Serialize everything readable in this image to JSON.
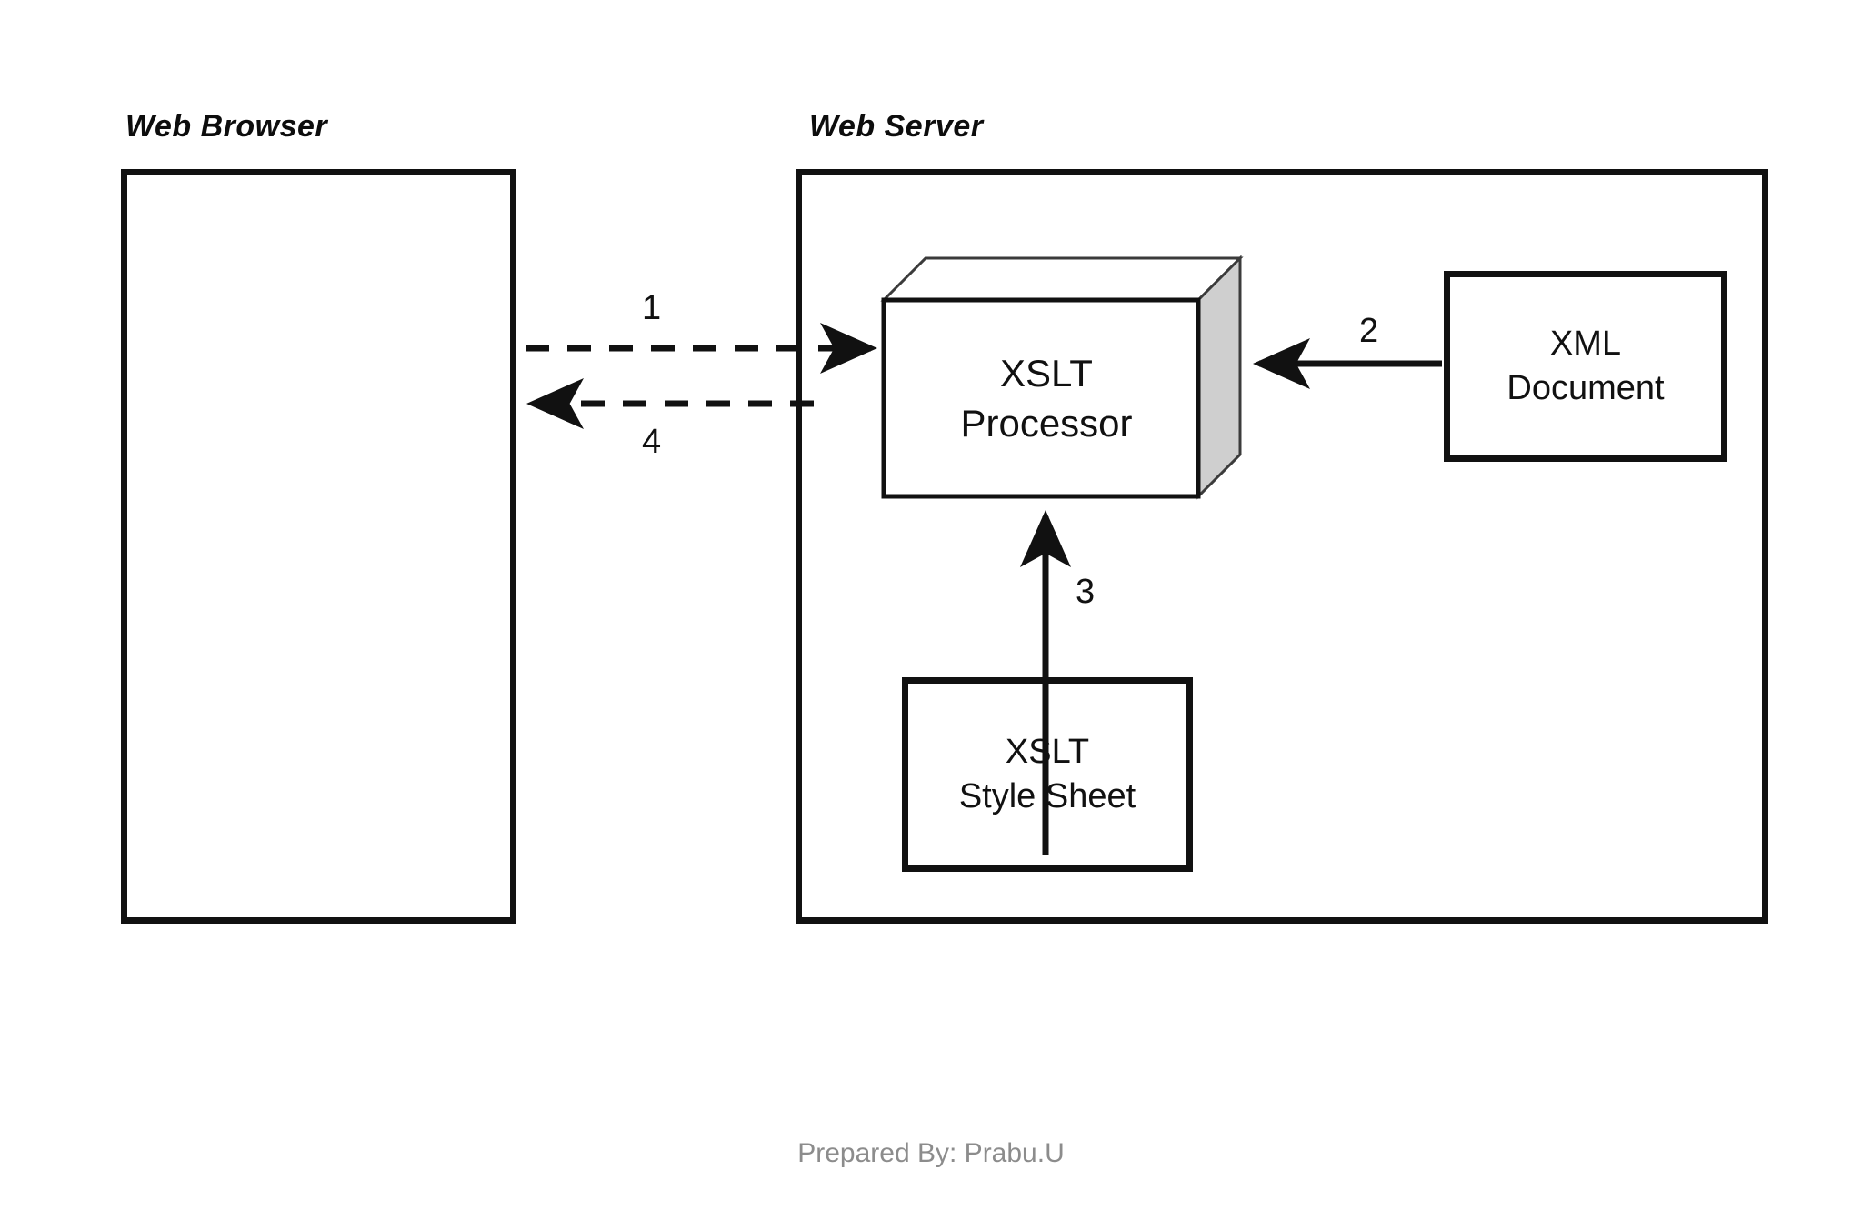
{
  "diagram": {
    "title": "XSLT server-side transformation flow",
    "zones": [
      {
        "id": "web-browser",
        "label": "Web Browser"
      },
      {
        "id": "web-server",
        "label": "Web Server"
      }
    ],
    "nodes": {
      "xslt_processor": {
        "line1": "XSLT",
        "line2": "Processor"
      },
      "xml_document": {
        "line1": "XML",
        "line2": "Document"
      },
      "xslt_stylesheet": {
        "line1": "XSLT",
        "line2": "Style Sheet"
      }
    },
    "steps": [
      {
        "number": "1",
        "style": "dashed",
        "direction": "right",
        "from": "Web Browser",
        "to": "XSLT Processor"
      },
      {
        "number": "2",
        "style": "solid",
        "direction": "left",
        "from": "XML Document",
        "to": "XSLT Processor"
      },
      {
        "number": "3",
        "style": "solid",
        "direction": "up",
        "from": "XSLT Style Sheet",
        "to": "XSLT Processor"
      },
      {
        "number": "4",
        "style": "dashed",
        "direction": "left",
        "from": "XSLT Processor",
        "to": "Web Browser"
      }
    ],
    "colors": {
      "stroke": "#111111",
      "box_fill": "#ffffff",
      "processor_side_face": "#cfcfcf",
      "processor_top_face": "#ffffff",
      "page_background": "#ffffff",
      "footer_text": "#8c8c8c"
    }
  },
  "footer": {
    "credit": "Prepared By: Prabu.U"
  }
}
